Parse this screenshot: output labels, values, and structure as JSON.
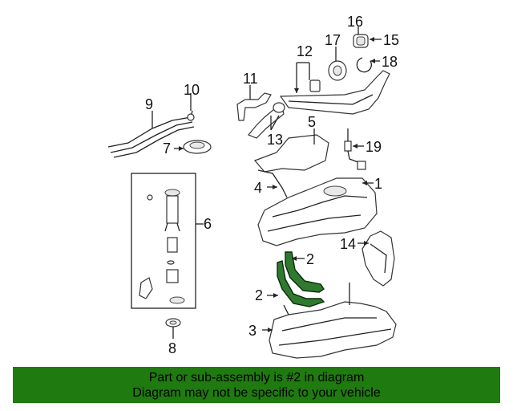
{
  "diagram": {
    "callouts": {
      "c1": "1",
      "c2a": "2",
      "c2b": "2",
      "c3": "3",
      "c4": "4",
      "c5": "5",
      "c6": "6",
      "c7": "7",
      "c8": "8",
      "c9": "9",
      "c10": "10",
      "c11": "11",
      "c12": "12",
      "c13": "13",
      "c14": "14",
      "c15": "15",
      "c16": "16",
      "c17": "17",
      "c18": "18",
      "c19": "19"
    },
    "highlight_color": "#2f7a2f"
  },
  "banner": {
    "line1": "Part or sub-assembly is #2 in diagram",
    "line2": "Diagram may not be specific to your vehicle",
    "background": "#1f7a0f"
  }
}
